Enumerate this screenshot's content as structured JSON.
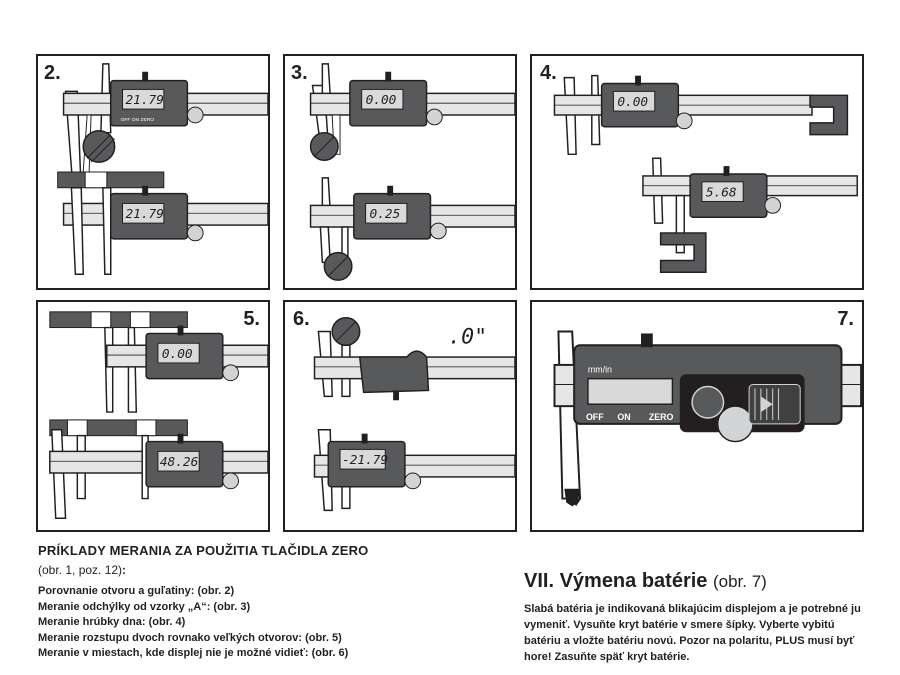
{
  "panels": [
    {
      "num": "2.",
      "displays": [
        "21.79",
        "21.79"
      ]
    },
    {
      "num": "3.",
      "displays": [
        "0.00",
        "0.25"
      ]
    },
    {
      "num": "4.",
      "displays": [
        "0.00",
        "5.68"
      ]
    },
    {
      "num": "5.",
      "displays": [
        "0.00",
        "48.26"
      ]
    },
    {
      "num": "6.",
      "displays": [
        "-21.79"
      ],
      "callout": ".0\""
    },
    {
      "num": "7."
    }
  ],
  "caliper_labels": {
    "unit": "mm/in",
    "off": "OFF",
    "on": "ON",
    "zero": "ZERO"
  },
  "examples": {
    "title": "PRÍKLADY MERANIA ZA POUŽITIA TLAČIDLA ZERO",
    "ref": "(obr. 1, poz. 12)",
    "colon": ":",
    "items": [
      "Porovnanie otvoru a guľatiny: (obr. 2)",
      "Meranie odchýlky od vzorky „A“: (obr. 3)",
      "Meranie hrúbky dna: (obr. 4)",
      "Meranie rozstupu dvoch rovnako veľkých otvorov: (obr. 5)",
      "Meranie v miestach, kde displej nie je možné vidieť: (obr. 6)"
    ]
  },
  "battery": {
    "title": "VII. Výmena batérie",
    "ref": "(obr. 7)",
    "text": "Slabá batéria je indikovaná blikajúcim displejom a je potrebné ju vymeniť. Vysuňte kryt batérie v smere šípky. Vyberte vybitú batériu a vložte batériu novú. Pozor na polaritu, PLUS musí byť hore! Zasuňte späť kryt batérie."
  }
}
